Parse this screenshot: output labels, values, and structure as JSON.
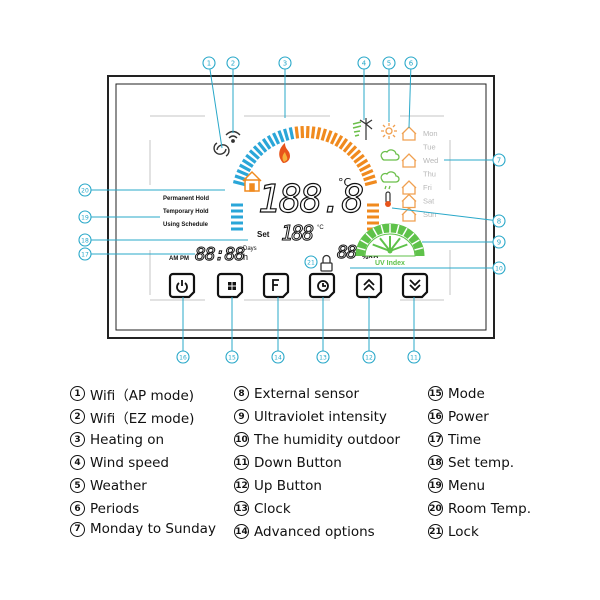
{
  "display": {
    "main_temp": "188.8",
    "main_unit": "°C",
    "set_label": "Set",
    "set_temp": "188",
    "set_unit": "°C",
    "humidity": "88",
    "humidity_unit": "%RH",
    "clock": "88:88",
    "clock_suffix": "h",
    "days_label": "Days",
    "am_pm": "AM PM",
    "hold_permanent": "Permanent Hold",
    "hold_temporary": "Temporary Hold",
    "hold_schedule": "Using Schedule",
    "uv_label": "UV Index",
    "days": [
      "Mon",
      "Tue",
      "Wed",
      "Thu",
      "Fri",
      "Sat",
      "Sun"
    ]
  },
  "buttons": [
    {
      "name": "power-button",
      "glyph": "power"
    },
    {
      "name": "mode-button",
      "glyph": "mode"
    },
    {
      "name": "advanced-button",
      "glyph": "F"
    },
    {
      "name": "clock-button",
      "glyph": "clock"
    },
    {
      "name": "up-button",
      "glyph": "up"
    },
    {
      "name": "down-button",
      "glyph": "down"
    }
  ],
  "callouts": {
    "top": [
      "1",
      "2",
      "3",
      "4",
      "5",
      "6"
    ],
    "right": [
      "7",
      "8",
      "9",
      "10"
    ],
    "bottom": [
      "16",
      "15",
      "14",
      "13",
      "12",
      "11"
    ],
    "left": [
      "20",
      "19",
      "18",
      "17"
    ],
    "inner": "21"
  },
  "legend": {
    "col1": [
      {
        "n": "1",
        "text": "Wifi（AP mode)"
      },
      {
        "n": "2",
        "text": "Wifi（EZ mode)"
      },
      {
        "n": "3",
        "text": "Heating on"
      },
      {
        "n": "4",
        "text": "Wind speed"
      },
      {
        "n": "5",
        "text": "Weather"
      },
      {
        "n": "6",
        "text": "Periods"
      },
      {
        "n": "7",
        "text": "Monday to Sunday"
      }
    ],
    "col2": [
      {
        "n": "8",
        "text": "External sensor"
      },
      {
        "n": "9",
        "text": "Ultraviolet intensity"
      },
      {
        "n": "10",
        "text": "The humidity outdoor"
      },
      {
        "n": "11",
        "text": "Down Button"
      },
      {
        "n": "12",
        "text": "Up Button"
      },
      {
        "n": "13",
        "text": "Clock"
      },
      {
        "n": "14",
        "text": "Advanced options"
      }
    ],
    "col3": [
      {
        "n": "15",
        "text": "Mode"
      },
      {
        "n": "16",
        "text": "Power"
      },
      {
        "n": "17",
        "text": "Time"
      },
      {
        "n": "18",
        "text": "Set temp."
      },
      {
        "n": "19",
        "text": "Menu"
      },
      {
        "n": "20",
        "text": "Room Temp."
      },
      {
        "n": "21",
        "text": "Lock"
      }
    ]
  },
  "colors": {
    "callout": "#29a8c9",
    "arc_blue": "#2aa6d8",
    "arc_orange": "#f08a1e",
    "uv_green": "#5fc24a",
    "period_orange": "#f0a050",
    "day_grey": "#b8b8b8",
    "weather_green": "#6bbf4a",
    "frame": "#222222"
  }
}
